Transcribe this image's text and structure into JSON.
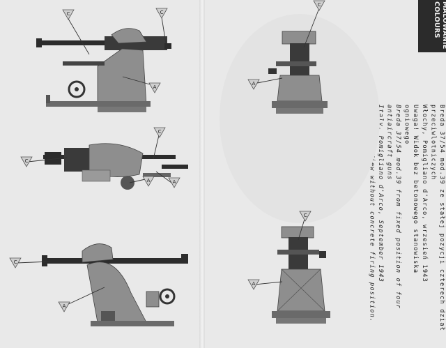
{
  "section": {
    "title_pl": "MALOWANIE",
    "title_en": "COLOURS"
  },
  "caption": {
    "pl": [
      "Breda 37/54 mod.39 ze stałej pozycji czterech dział",
      "przeciwlotniczych",
      "Włochy, Pomigliano d'Arco, wrzesień 1943",
      "Uwaga! Widok bez betonowego stanowiska",
      "ogniowego"
    ],
    "en": [
      "Breda 37/54 mod.39 from fixed position of four",
      "antiaircraft guns",
      "Italy, Pomigliano d'Arco, September 1943",
      "Attention! View without concrete firing position."
    ]
  },
  "callouts": {
    "a": "A",
    "c": "C"
  },
  "colors": {
    "paper": "#e9e9e9",
    "gun_grey": "#8e8e8e",
    "dark_steel": "#2c2c2c",
    "tab": "#2b2b2b"
  }
}
